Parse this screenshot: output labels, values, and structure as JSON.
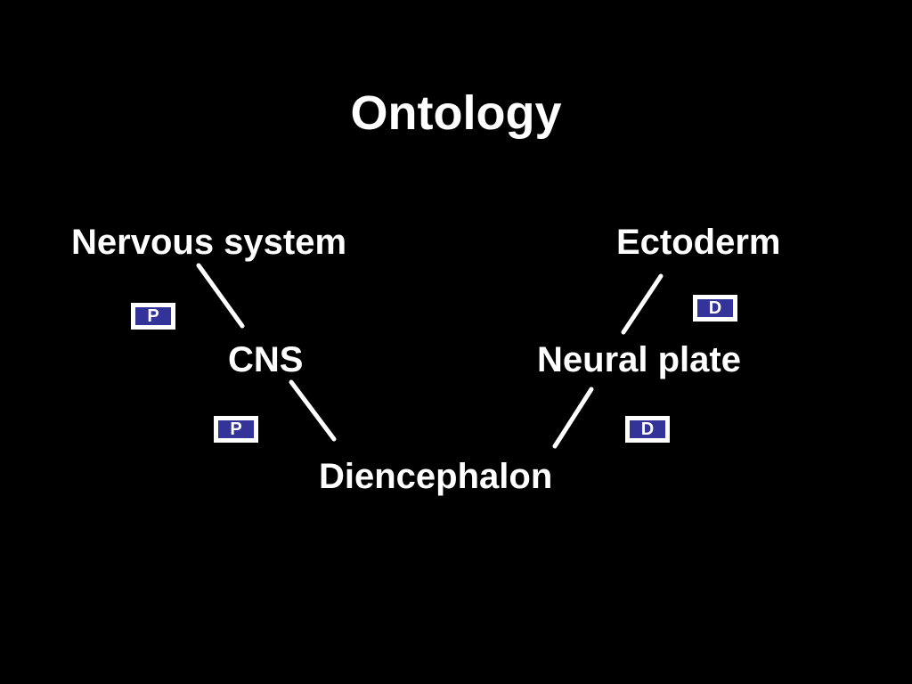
{
  "title": "Ontology",
  "nodes": {
    "nervous_system": "Nervous system",
    "ectoderm": "Ectoderm",
    "cns": "CNS",
    "neural_plate": "Neural plate",
    "diencephalon": "Diencephalon"
  },
  "relations": [
    {
      "from": "CNS",
      "to": "Nervous system",
      "label": "P"
    },
    {
      "from": "Neural plate",
      "to": "Ectoderm",
      "label": "D"
    },
    {
      "from": "Diencephalon",
      "to": "CNS",
      "label": "P"
    },
    {
      "from": "Diencephalon",
      "to": "Neural plate",
      "label": "D"
    }
  ],
  "colors": {
    "background": "#000000",
    "text": "#ffffff",
    "badge_fill": "#33339a",
    "badge_border": "#ffffff"
  }
}
